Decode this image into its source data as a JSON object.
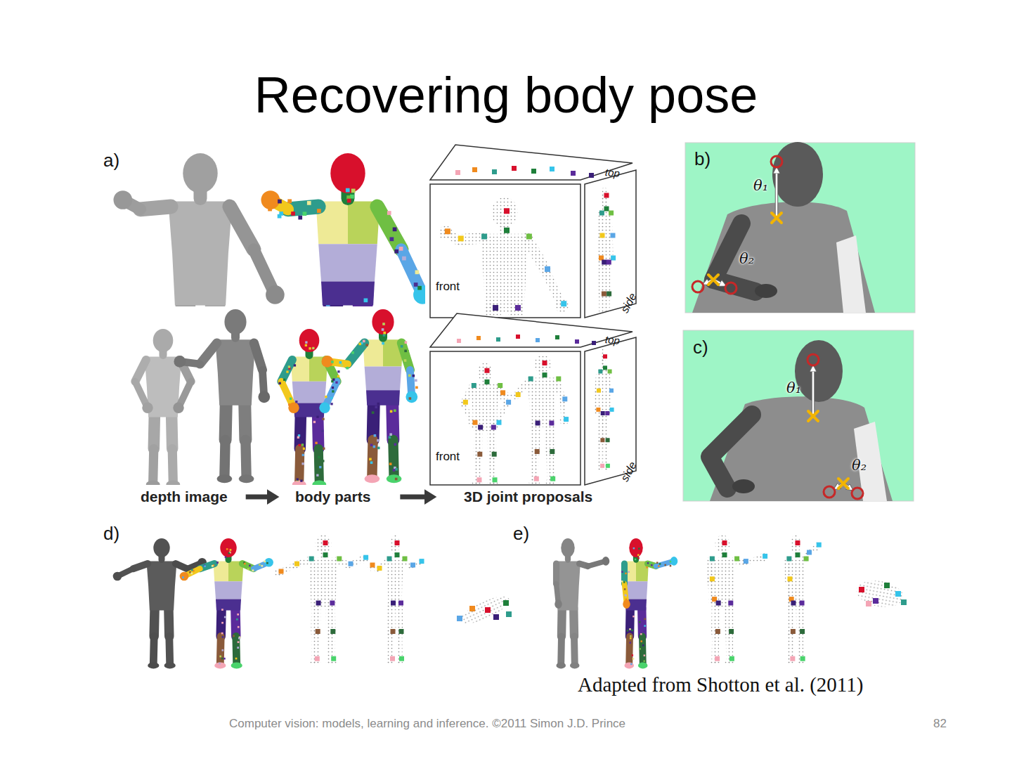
{
  "diagram": {
    "title": "Recovering body pose",
    "nodes": [
      {
        "text": [
          "depth image"
        ]
      },
      {
        "text": [
          "body parts"
        ]
      },
      {
        "text": [
          "3D joint proposals"
        ]
      }
    ],
    "edges": [
      {
        "from": 0,
        "to": 1,
        "arrow": "to"
      },
      {
        "from": 1,
        "to": 2,
        "arrow": "to"
      }
    ],
    "labels": [
      "a)",
      "top",
      "front",
      "side",
      "top",
      "front",
      "side",
      "b)",
      "θ₁",
      "θ₂",
      "c)",
      "θ₁",
      "θ₂",
      "d)",
      "e)",
      "Adapted from Shotton et al. (2011)",
      "Computer vision: models, learning and inference. ©2011 Simon J.D. Prince",
      "82"
    ]
  }
}
